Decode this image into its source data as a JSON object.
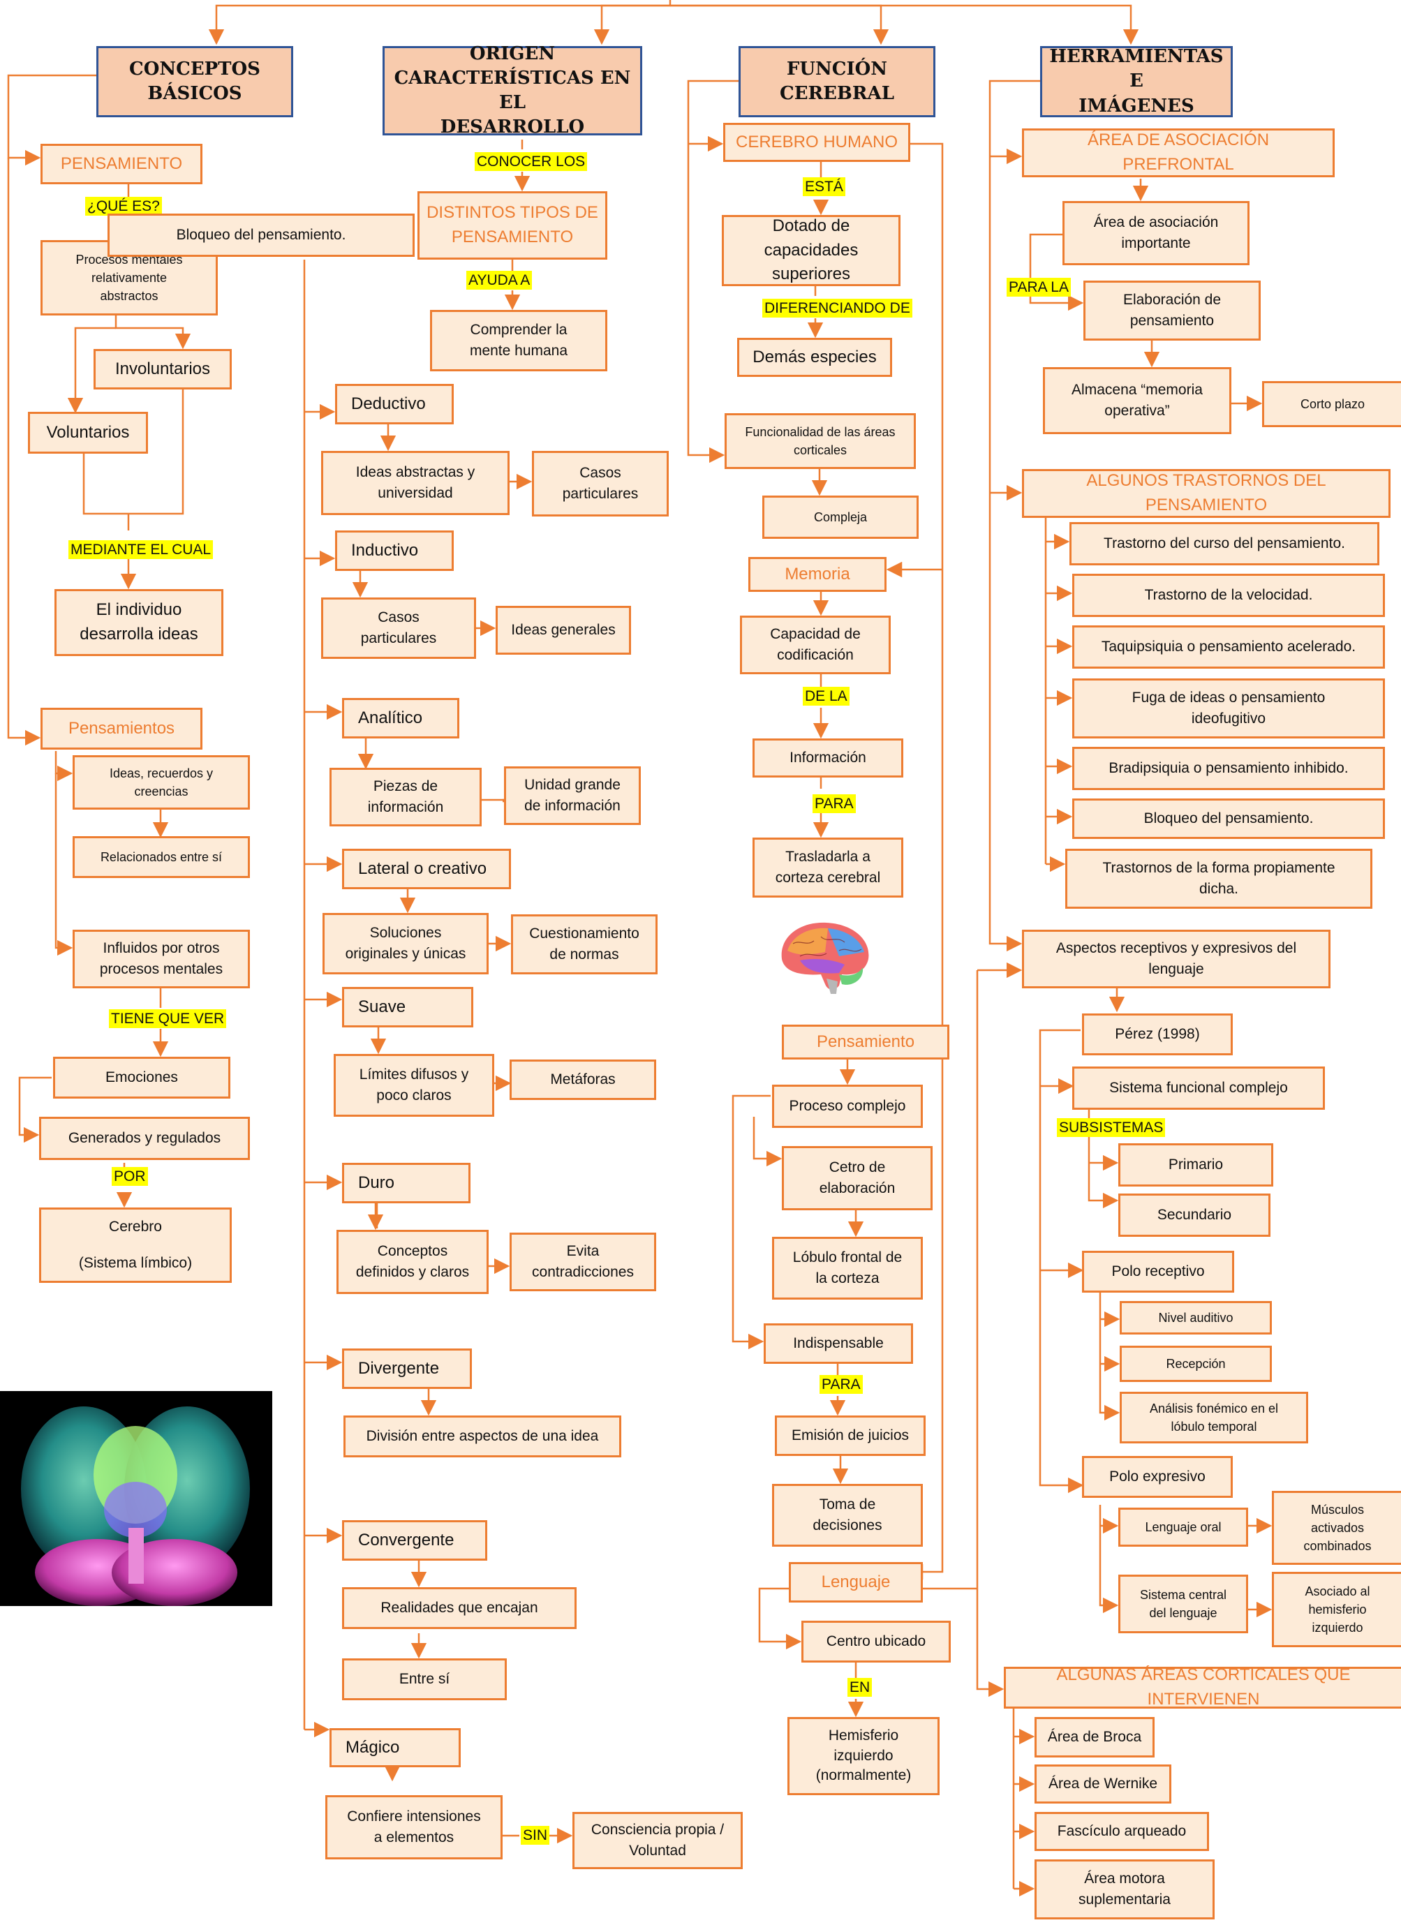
{
  "headers": {
    "conceptos": "CONCEPTOS\nBÁSICOS",
    "origen": "ORIGEN\nCARACTERÍSTICAS EN EL\nDESARROLLO",
    "funcion": "FUNCIÓN\nCEREBRAL",
    "herramientas": "HERRAMIENTAS E\nIMÁGENES"
  },
  "col1": {
    "pensamiento": "PENSAMIENTO",
    "que_es": "¿QUÉ ES?",
    "procesos": "Procesos mentales\nrelativamente\nabstractos",
    "bloqueo_overlay": "Bloqueo del pensamiento.",
    "involuntarios": "Involuntarios",
    "voluntarios": "Voluntarios",
    "mediante": "MEDIANTE EL CUAL",
    "individuo": "El individuo\ndesarrolla ideas",
    "pensamientos": "Pensamientos",
    "ideas_recuerdos": "Ideas, recuerdos y\ncreencias",
    "relacionados": "Relacionados entre sí",
    "influidos": "Influidos por otros\nprocesos mentales",
    "tiene_que_ver": "TIENE QUE VER",
    "emociones": "Emociones",
    "generados": "Generados y regulados",
    "por": "POR",
    "cerebro": "Cerebro\n\n(Sistema límbico)"
  },
  "col2": {
    "conocer": "CONOCER LOS",
    "distintos": "DISTINTOS TIPOS DE\nPENSAMIENTO",
    "ayuda": "AYUDA A",
    "comprender": "Comprender la\nmente humana",
    "deductivo": "Deductivo",
    "ideas_abstractas": "Ideas abstractas y\nuniversidad",
    "casos_part1": "Casos\nparticulares",
    "inductivo": "Inductivo",
    "casos_part2": "Casos\nparticulares",
    "ideas_generales": "Ideas generales",
    "analitico": "Analítico",
    "piezas": "Piezas de\ninformación",
    "unidad": "Unidad grande\nde información",
    "lateral": "Lateral o creativo",
    "soluciones": "Soluciones\noriginales y únicas",
    "cuestionamiento": "Cuestionamiento\nde normas",
    "suave": "Suave",
    "limites": "Límites difusos y\npoco claros",
    "metaforas": "Metáforas",
    "duro": "Duro",
    "conceptos_def": "Conceptos\ndefinidos y claros",
    "evita": "Evita\ncontradicciones",
    "divergente": "Divergente",
    "division": "División entre aspectos de una idea",
    "convergente": "Convergente",
    "realidades": "Realidades que encajan",
    "entre_si": "Entre sí",
    "magico": "Mágico",
    "confiere": "Confiere intensiones\na elementos",
    "sin": "SIN",
    "consciencia": "Consciencia propia /\nVoluntad"
  },
  "col3": {
    "cerebro_humano": "CEREBRO HUMANO",
    "esta": "ESTÁ",
    "dotado": "Dotado de capacidades\nsuperiores",
    "diferenciando": "DIFERENCIANDO DE",
    "demas": "Demás especies",
    "funcionalidad": "Funcionalidad de las áreas\ncorticales",
    "compleja": "Compleja",
    "memoria": "Memoria",
    "capacidad": "Capacidad de\ncodificación",
    "de_la": "DE LA",
    "informacion": "Información",
    "para1": "PARA",
    "trasladarla": "Trasladarla a\ncorteza cerebral",
    "pensamiento": "Pensamiento",
    "proceso_complejo": "Proceso complejo",
    "cetro": "Cetro de\nelaboración",
    "lobulo": "Lóbulo frontal de\nla corteza",
    "indispensable": "Indispensable",
    "para2": "PARA",
    "emision": "Emisión de juicios",
    "toma": "Toma de\ndecisiones",
    "lenguaje": "Lenguaje",
    "centro": "Centro ubicado",
    "en": "EN",
    "hemisferio": "Hemisferio\nizquierdo\n(normalmente)"
  },
  "col4": {
    "area_prefrontal": "ÁREA DE ASOCIACIÓN PREFRONTAL",
    "area_asociacion": "Área de asociación\nimportante",
    "para_la": "PARA LA",
    "elaboracion": "Elaboración de\npensamiento",
    "almacena": "Almacena “memoria\noperativa”",
    "corto_plazo": "Corto plazo",
    "trastornos": "ALGUNOS TRASTORNOS DEL PENSAMIENTO",
    "trastornos_list": [
      "Trastorno del curso del pensamiento.",
      "Trastorno de la velocidad.",
      "Taquipsiquia o pensamiento acelerado.",
      "Fuga de ideas o pensamiento\nideofugitivo",
      "Bradipsiquia o pensamiento inhibido.",
      "Bloqueo del pensamiento.",
      "Trastornos de la forma propiamente\ndicha."
    ],
    "aspectos": "Aspectos receptivos y expresivos del\nlenguaje",
    "perez": "Pérez (1998)",
    "sistema_funcional": "Sistema funcional complejo",
    "subsistemas": "SUBSISTEMAS",
    "primario": "Primario",
    "secundario": "Secundario",
    "polo_receptivo": "Polo receptivo",
    "nivel_auditivo": "Nivel auditivo",
    "recepcion": "Recepción",
    "analisis": "Análisis fonémico en el\nlóbulo temporal",
    "polo_expresivo": "Polo expresivo",
    "lenguaje_oral": "Lenguaje oral",
    "musculos": "Músculos\nactivados\ncombinados",
    "sistema_central": "Sistema central\ndel lenguaje",
    "asociado": "Asociado al\nhemisferio\nizquierdo",
    "areas_corticales": "ALGUNAS ÁREAS CORTICALES QUE INTERVIENEN",
    "broca": "Área de Broca",
    "wernike": "Área de Wernike",
    "fasciculo": "Fascículo arqueado",
    "motora": "Área motora\nsuplementaria"
  },
  "colors": {
    "accent": "#ED7D31",
    "box_fill": "#FDEBD8",
    "header_fill": "#F8CBAD",
    "header_border": "#2F5496",
    "highlight": "#FFFF00"
  },
  "images": [
    "brain-lateral-image",
    "brain-3d-image"
  ]
}
